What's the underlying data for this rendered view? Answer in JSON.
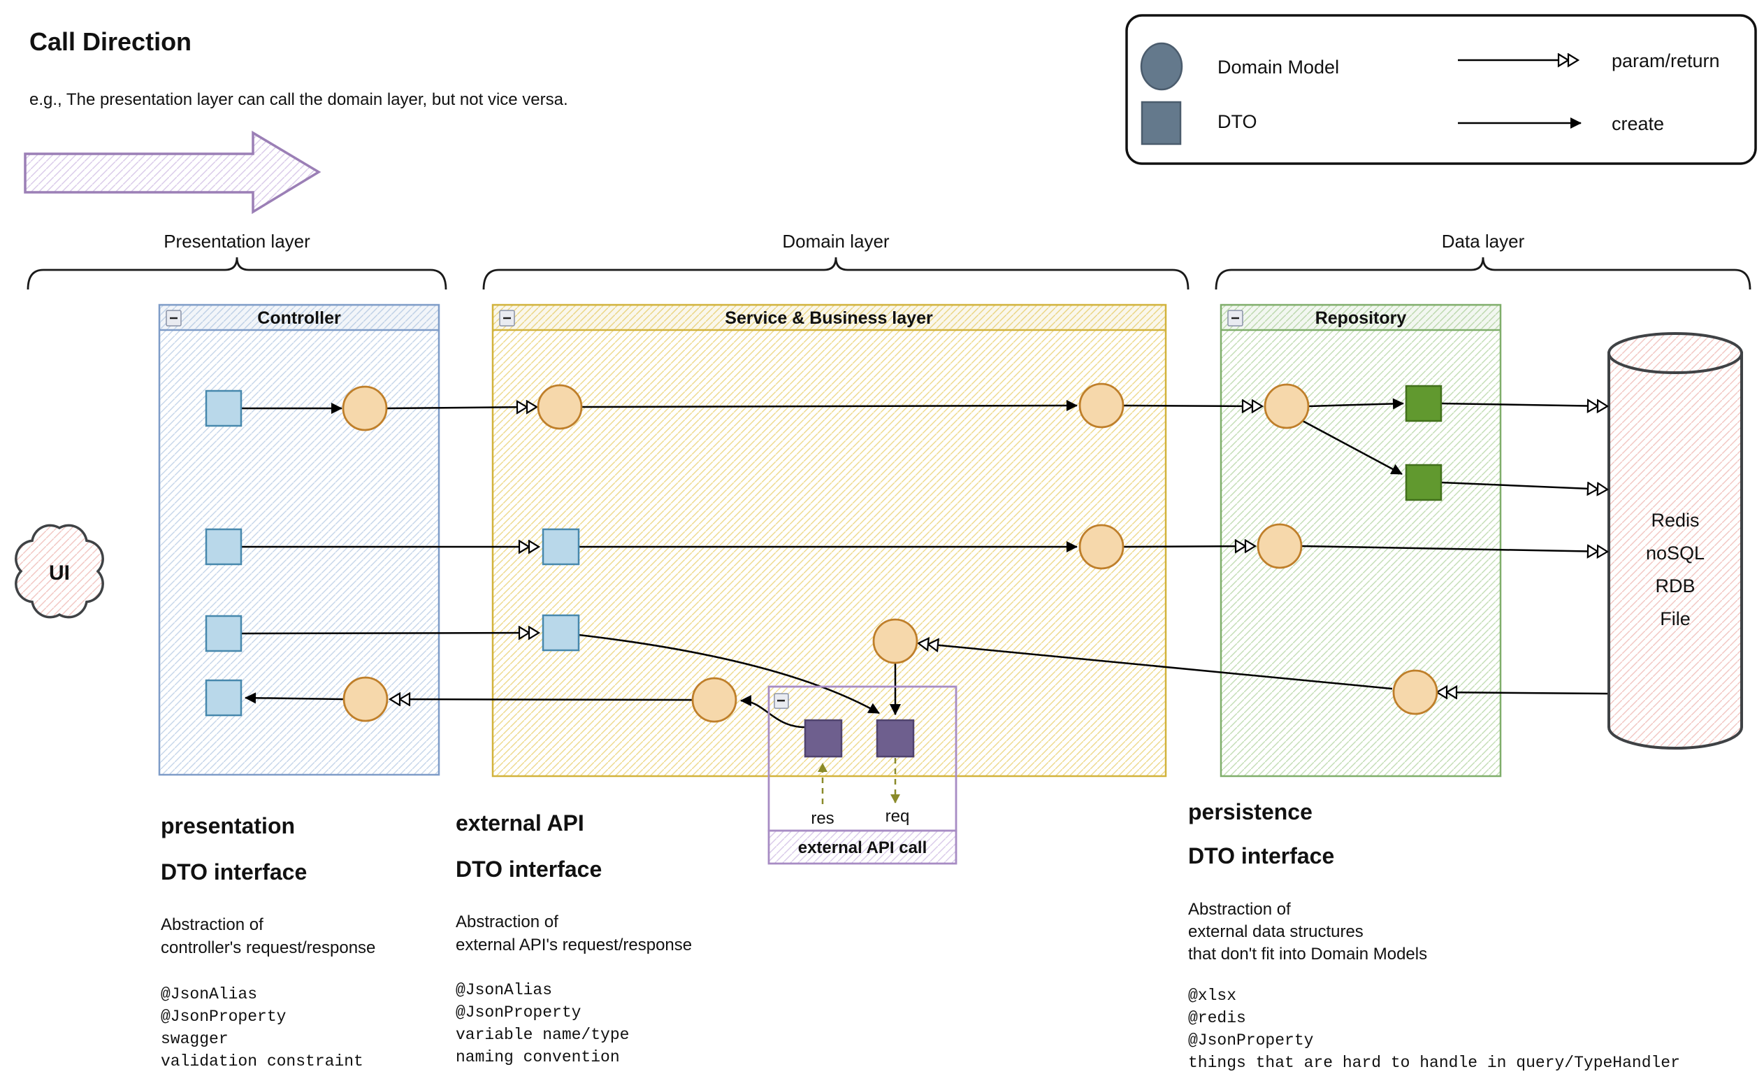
{
  "header": {
    "title": "Call Direction",
    "subtitle": "e.g., The presentation layer can call the domain layer, but not vice versa."
  },
  "legend": {
    "domain_model_label": "Domain Model",
    "dto_label": "DTO",
    "param_return_label": "param/return",
    "create_label": "create"
  },
  "layer_labels": {
    "presentation": "Presentation layer",
    "domain": "Domain layer",
    "data": "Data layer"
  },
  "containers": {
    "controller_title": "Controller",
    "service_title": "Service & Business layer",
    "repository_title": "Repository",
    "external_api_call_title": "external API call"
  },
  "cloud_label": "UI",
  "database": {
    "lines": [
      "Redis",
      "noSQL",
      "RDB",
      "File"
    ]
  },
  "flow": {
    "res_label": "res",
    "req_label": "req"
  },
  "notes": {
    "presentation": {
      "heading1": "presentation",
      "heading2": "DTO interface",
      "desc": [
        "Abstraction of",
        "controller's request/response"
      ],
      "code": [
        "@JsonAlias",
        "@JsonProperty",
        "swagger",
        "validation constraint"
      ]
    },
    "external": {
      "heading1": "external API",
      "heading2": "DTO interface",
      "desc": [
        "Abstraction of",
        "external API's request/response"
      ],
      "code": [
        "@JsonAlias",
        "@JsonProperty",
        "variable name/type",
        "naming convention"
      ]
    },
    "persistence": {
      "heading1": "persistence",
      "heading2": "DTO interface",
      "desc": [
        "Abstraction of",
        "external data structures",
        "that don't fit into Domain Models"
      ],
      "code": [
        "@xlsx",
        "@redis",
        "@JsonProperty",
        "things that are hard to handle in query/TypeHandler"
      ]
    }
  },
  "colors": {
    "dto_blue_fill": "#b9d8ea",
    "dto_blue_stroke": "#4788ad",
    "domain_model_fill": "#f6d8ab",
    "domain_model_stroke": "#bf7f2a",
    "persistence_green_fill": "#61992f",
    "persistence_green_stroke": "#42701c",
    "external_dto_purple_fill": "#6e5f8e",
    "external_dto_purple_stroke": "#50436e",
    "legend_slate": "#64798c",
    "controller_border": "#7e9cc8",
    "service_border": "#d2b33c",
    "repository_border": "#7fae6a",
    "external_box_border": "#a78cc4",
    "db_pink_hatch": "#f2c4c0",
    "olive_arrow": "#8a8a2a",
    "call_arrow_purple": "#9b7fb6"
  }
}
